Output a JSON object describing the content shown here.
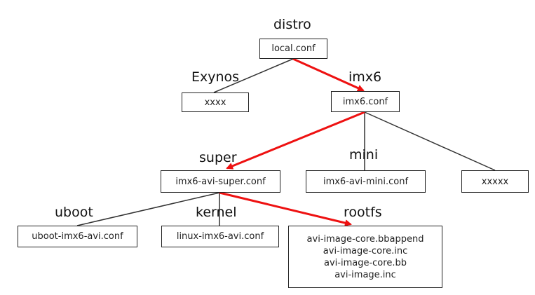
{
  "labels": {
    "distro": "distro",
    "exynos": "Exynos",
    "imx6": "imx6",
    "super": "super",
    "mini": "mini",
    "uboot": "uboot",
    "kernel": "kernel",
    "rootfs": "rootfs"
  },
  "nodes": {
    "local_conf": "local.conf",
    "xxxx": "xxxx",
    "imx6_conf": "imx6.conf",
    "imx6_avi_super_conf": "imx6-avi-super.conf",
    "imx6_avi_mini_conf": "imx6-avi-mini.conf",
    "xxxxx": "xxxxx",
    "uboot_imx6_avi_conf": "uboot-imx6-avi.conf",
    "linux_imx6_avi_conf": "linux-imx6-avi.conf",
    "rootfs_files": [
      "avi-image-core.bbappend",
      "avi-image-core.inc",
      "avi-image-core.bb",
      "avi-image.inc"
    ]
  },
  "colors": {
    "highlight": "#ee1111",
    "line": "#333333"
  }
}
